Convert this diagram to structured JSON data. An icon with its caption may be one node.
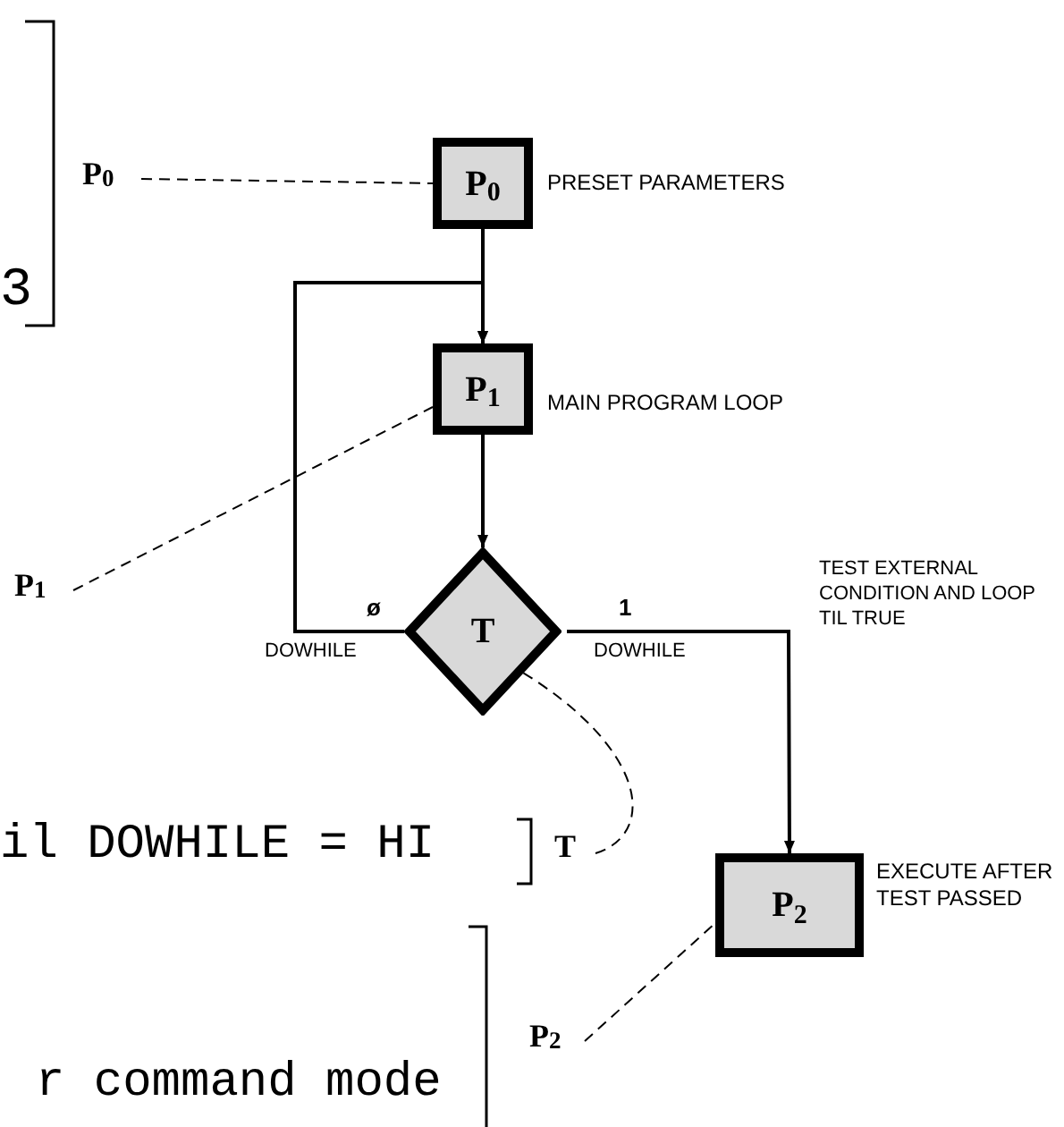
{
  "diagram": {
    "nodes": [
      {
        "text": [
          "P$_{0}$"
        ],
        "beside": [
          "PRESET PARAMETERS"
        ]
      },
      {
        "text": [
          "P$_{1}$"
        ],
        "beside": [
          "MAIN PROGRAM LOOP"
        ]
      },
      {
        "text": [
          "T"
        ]
      },
      {
        "text": [
          "P$_{2}$"
        ],
        "beside": [
          "EXECUTE AFTER TEST PASSED"
        ]
      },
      {
        "text": [
          "P$_{0}$"
        ]
      },
      {
        "text": [
          "P$_{1}$"
        ]
      },
      {
        "text": [
          "T"
        ]
      },
      {
        "text": [
          "P$_{2}$"
        ]
      }
    ],
    "edges": [
      {
        "from": 0,
        "to": 1,
        "arrow": "to"
      },
      {
        "from": 1,
        "to": 2,
        "arrow": "to"
      },
      {
        "from": 2,
        "to": 1,
        "arrow": "to",
        "label": "ø"
      },
      {
        "from": 2,
        "to": 3,
        "arrow": "to",
        "label": "1"
      },
      {
        "from": 4,
        "to": 0,
        "arrow": "none",
        "style": "dashed"
      },
      {
        "from": 5,
        "to": 1,
        "arrow": "none",
        "style": "dashed"
      },
      {
        "from": 6,
        "to": 2,
        "arrow": "none",
        "style": "dashed"
      },
      {
        "from": 7,
        "to": 3,
        "arrow": "none",
        "style": "dashed"
      }
    ],
    "labels": [
      "3",
      "TEST EXTERNAL CONDITION AND LOOP TIL TRUE",
      "DOWHILE",
      "DOWHILE",
      "il DOWHILE = HI",
      "r command mode"
    ]
  }
}
